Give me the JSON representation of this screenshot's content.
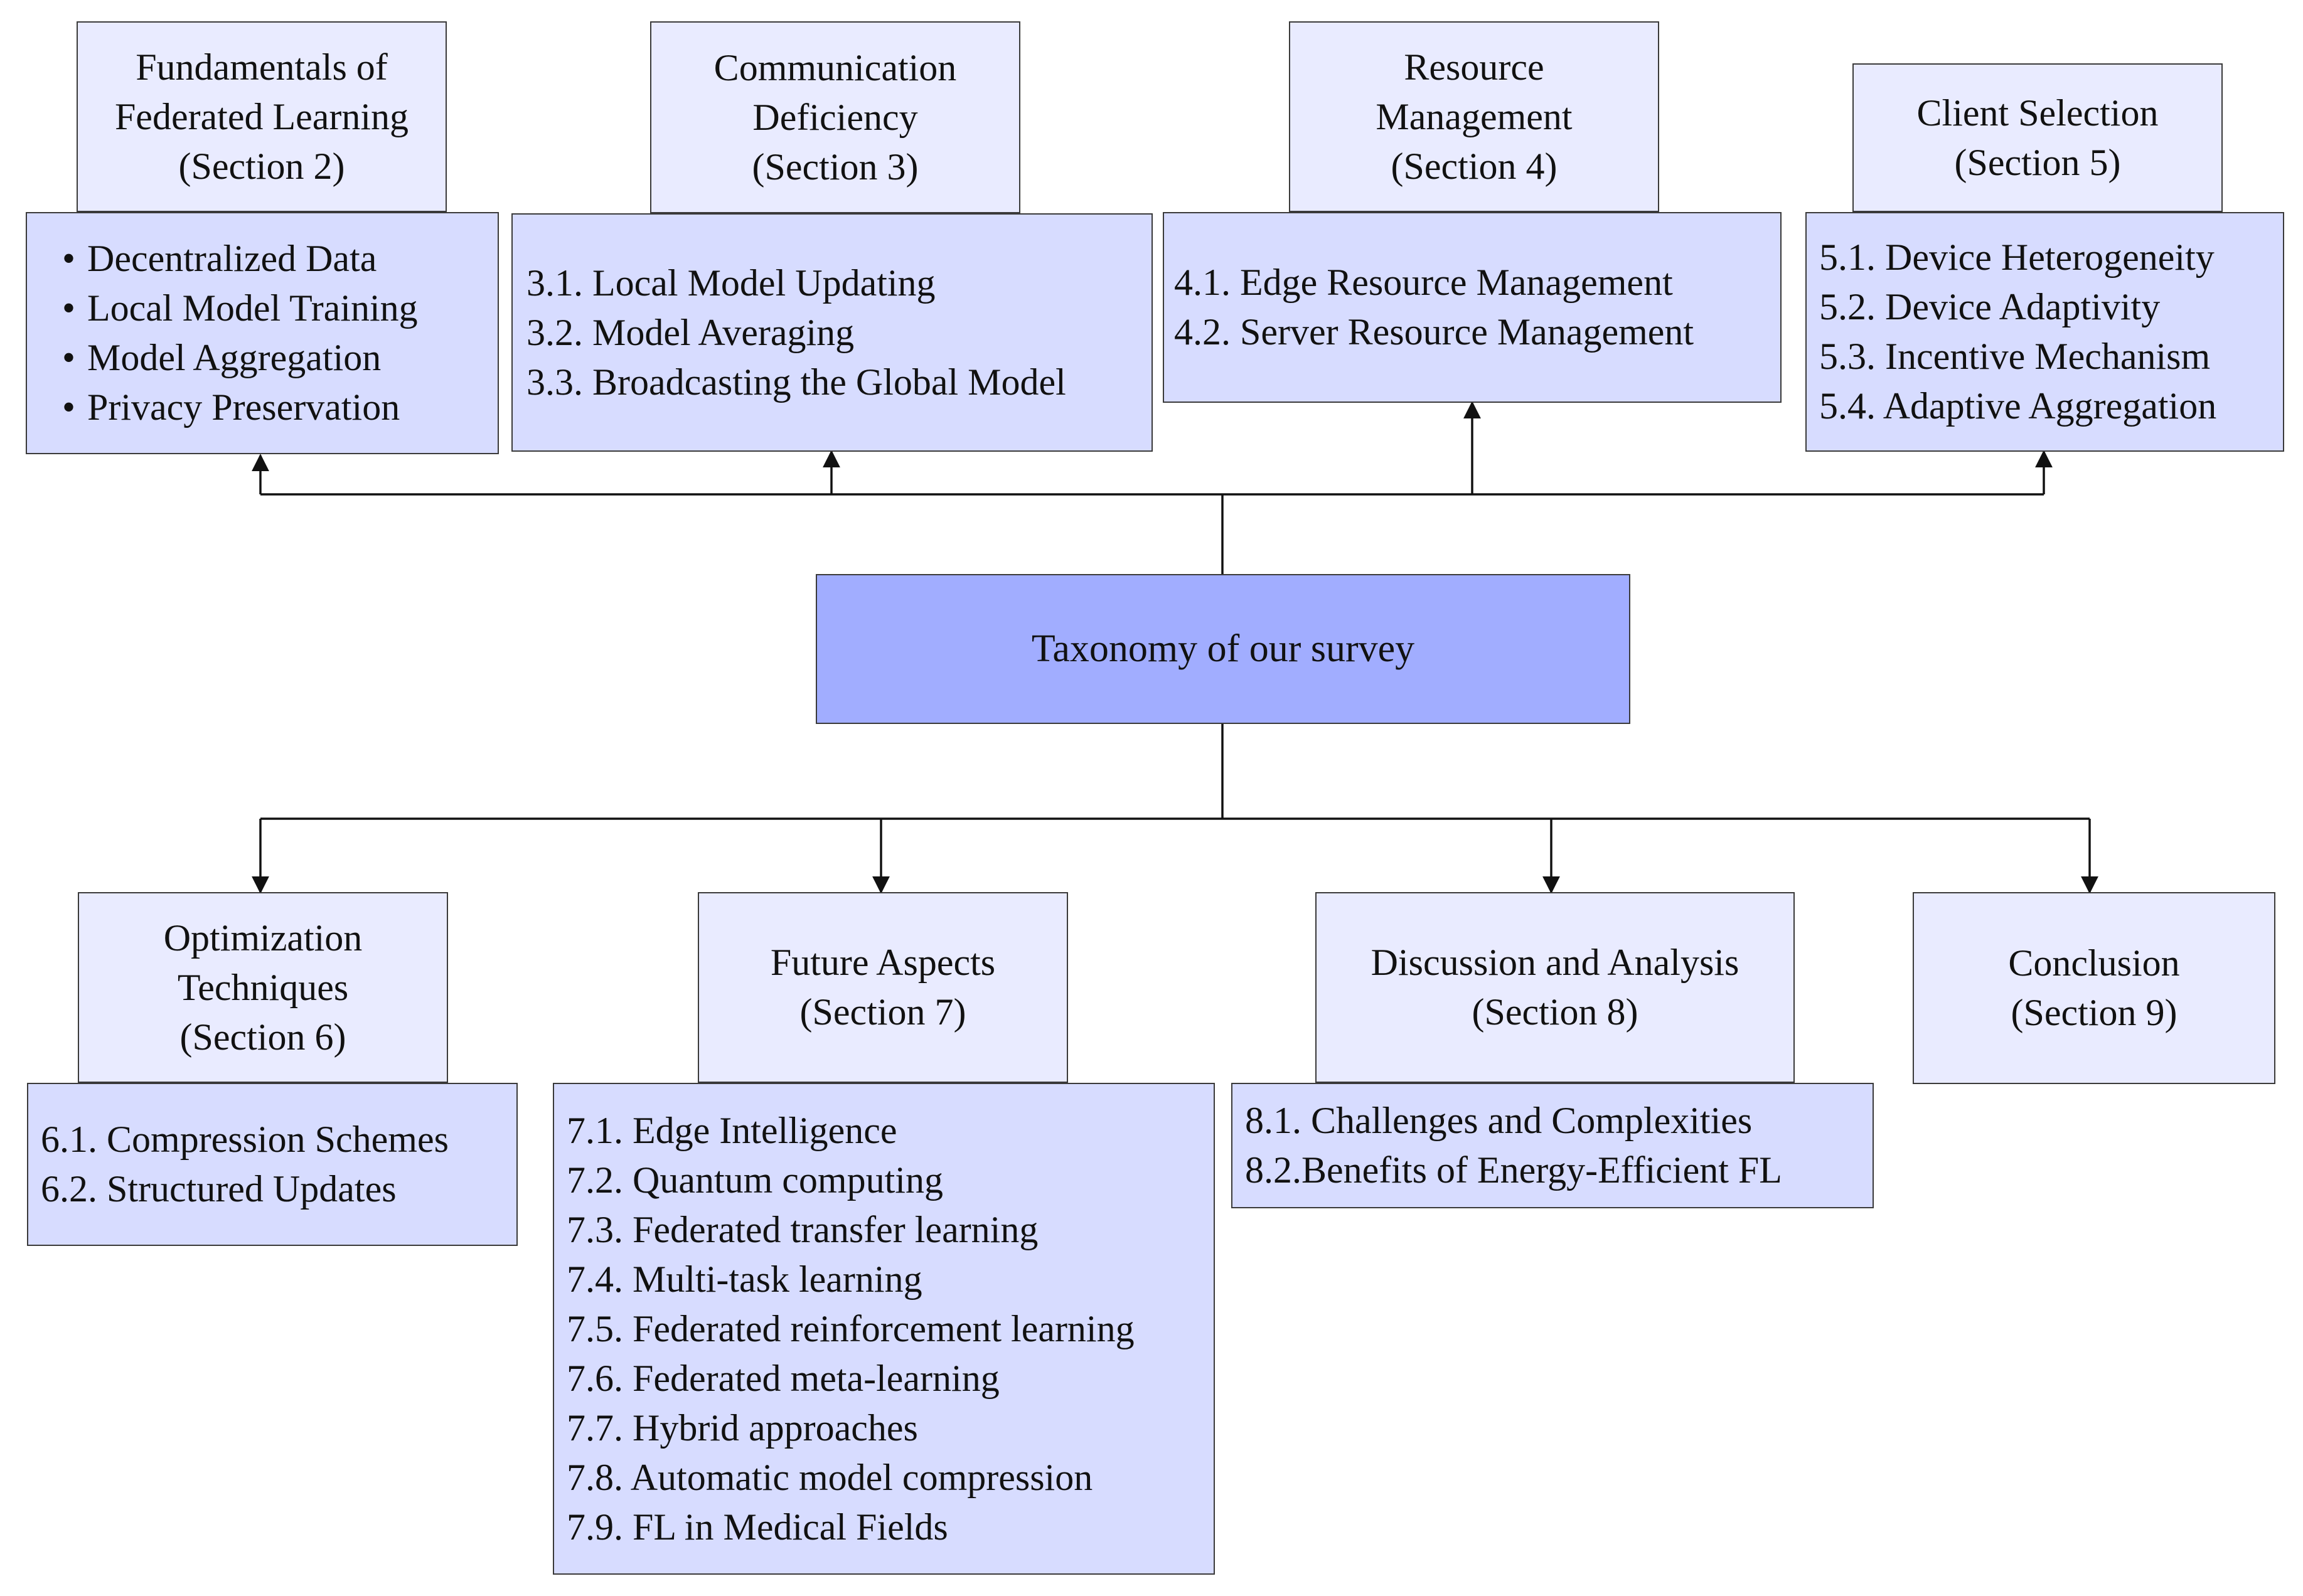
{
  "root": {
    "label": "Taxonomy of our survey"
  },
  "top_sections": [
    {
      "title": [
        "Fundamentals of",
        "Federated Learning",
        "(Section 2)"
      ],
      "items": [
        "Decentralized Data",
        "Local Model Training",
        "Model Aggregation",
        "Privacy Preservation"
      ],
      "bulleted": true
    },
    {
      "title": [
        "Communication",
        "Deficiency",
        "(Section 3)"
      ],
      "items": [
        "3.1. Local Model Updating",
        "3.2. Model Averaging",
        "3.3. Broadcasting the Global Model"
      ]
    },
    {
      "title": [
        "Resource",
        "Management",
        "(Section 4)"
      ],
      "items": [
        "4.1. Edge Resource Management",
        "4.2. Server Resource Management"
      ]
    },
    {
      "title": [
        "Client Selection",
        "(Section 5)"
      ],
      "items": [
        "5.1. Device Heterogeneity",
        "5.2. Device Adaptivity",
        "5.3. Incentive Mechanism",
        "5.4. Adaptive Aggregation"
      ]
    }
  ],
  "bottom_sections": [
    {
      "title": [
        "Optimization",
        "Techniques",
        "(Section 6)"
      ],
      "items": [
        "6.1. Compression Schemes",
        "6.2. Structured Updates"
      ]
    },
    {
      "title": [
        "Future Aspects",
        "(Section 7)"
      ],
      "items": [
        "7.1. Edge Intelligence",
        "7.2. Quantum computing",
        "7.3. Federated transfer learning",
        "7.4. Multi-task learning",
        "7.5. Federated reinforcement learning",
        "7.6. Federated meta-learning",
        "7.7. Hybrid approaches",
        "7.8. Automatic model compression",
        "7.9. FL in Medical Fields"
      ]
    },
    {
      "title": [
        "Discussion and Analysis",
        "(Section 8)"
      ],
      "items": [
        "8.1. Challenges and Complexities",
        "8.2.Benefits of Energy-Efficient FL"
      ]
    },
    {
      "title": [
        "Conclusion",
        "(Section 9)"
      ],
      "items": []
    }
  ]
}
